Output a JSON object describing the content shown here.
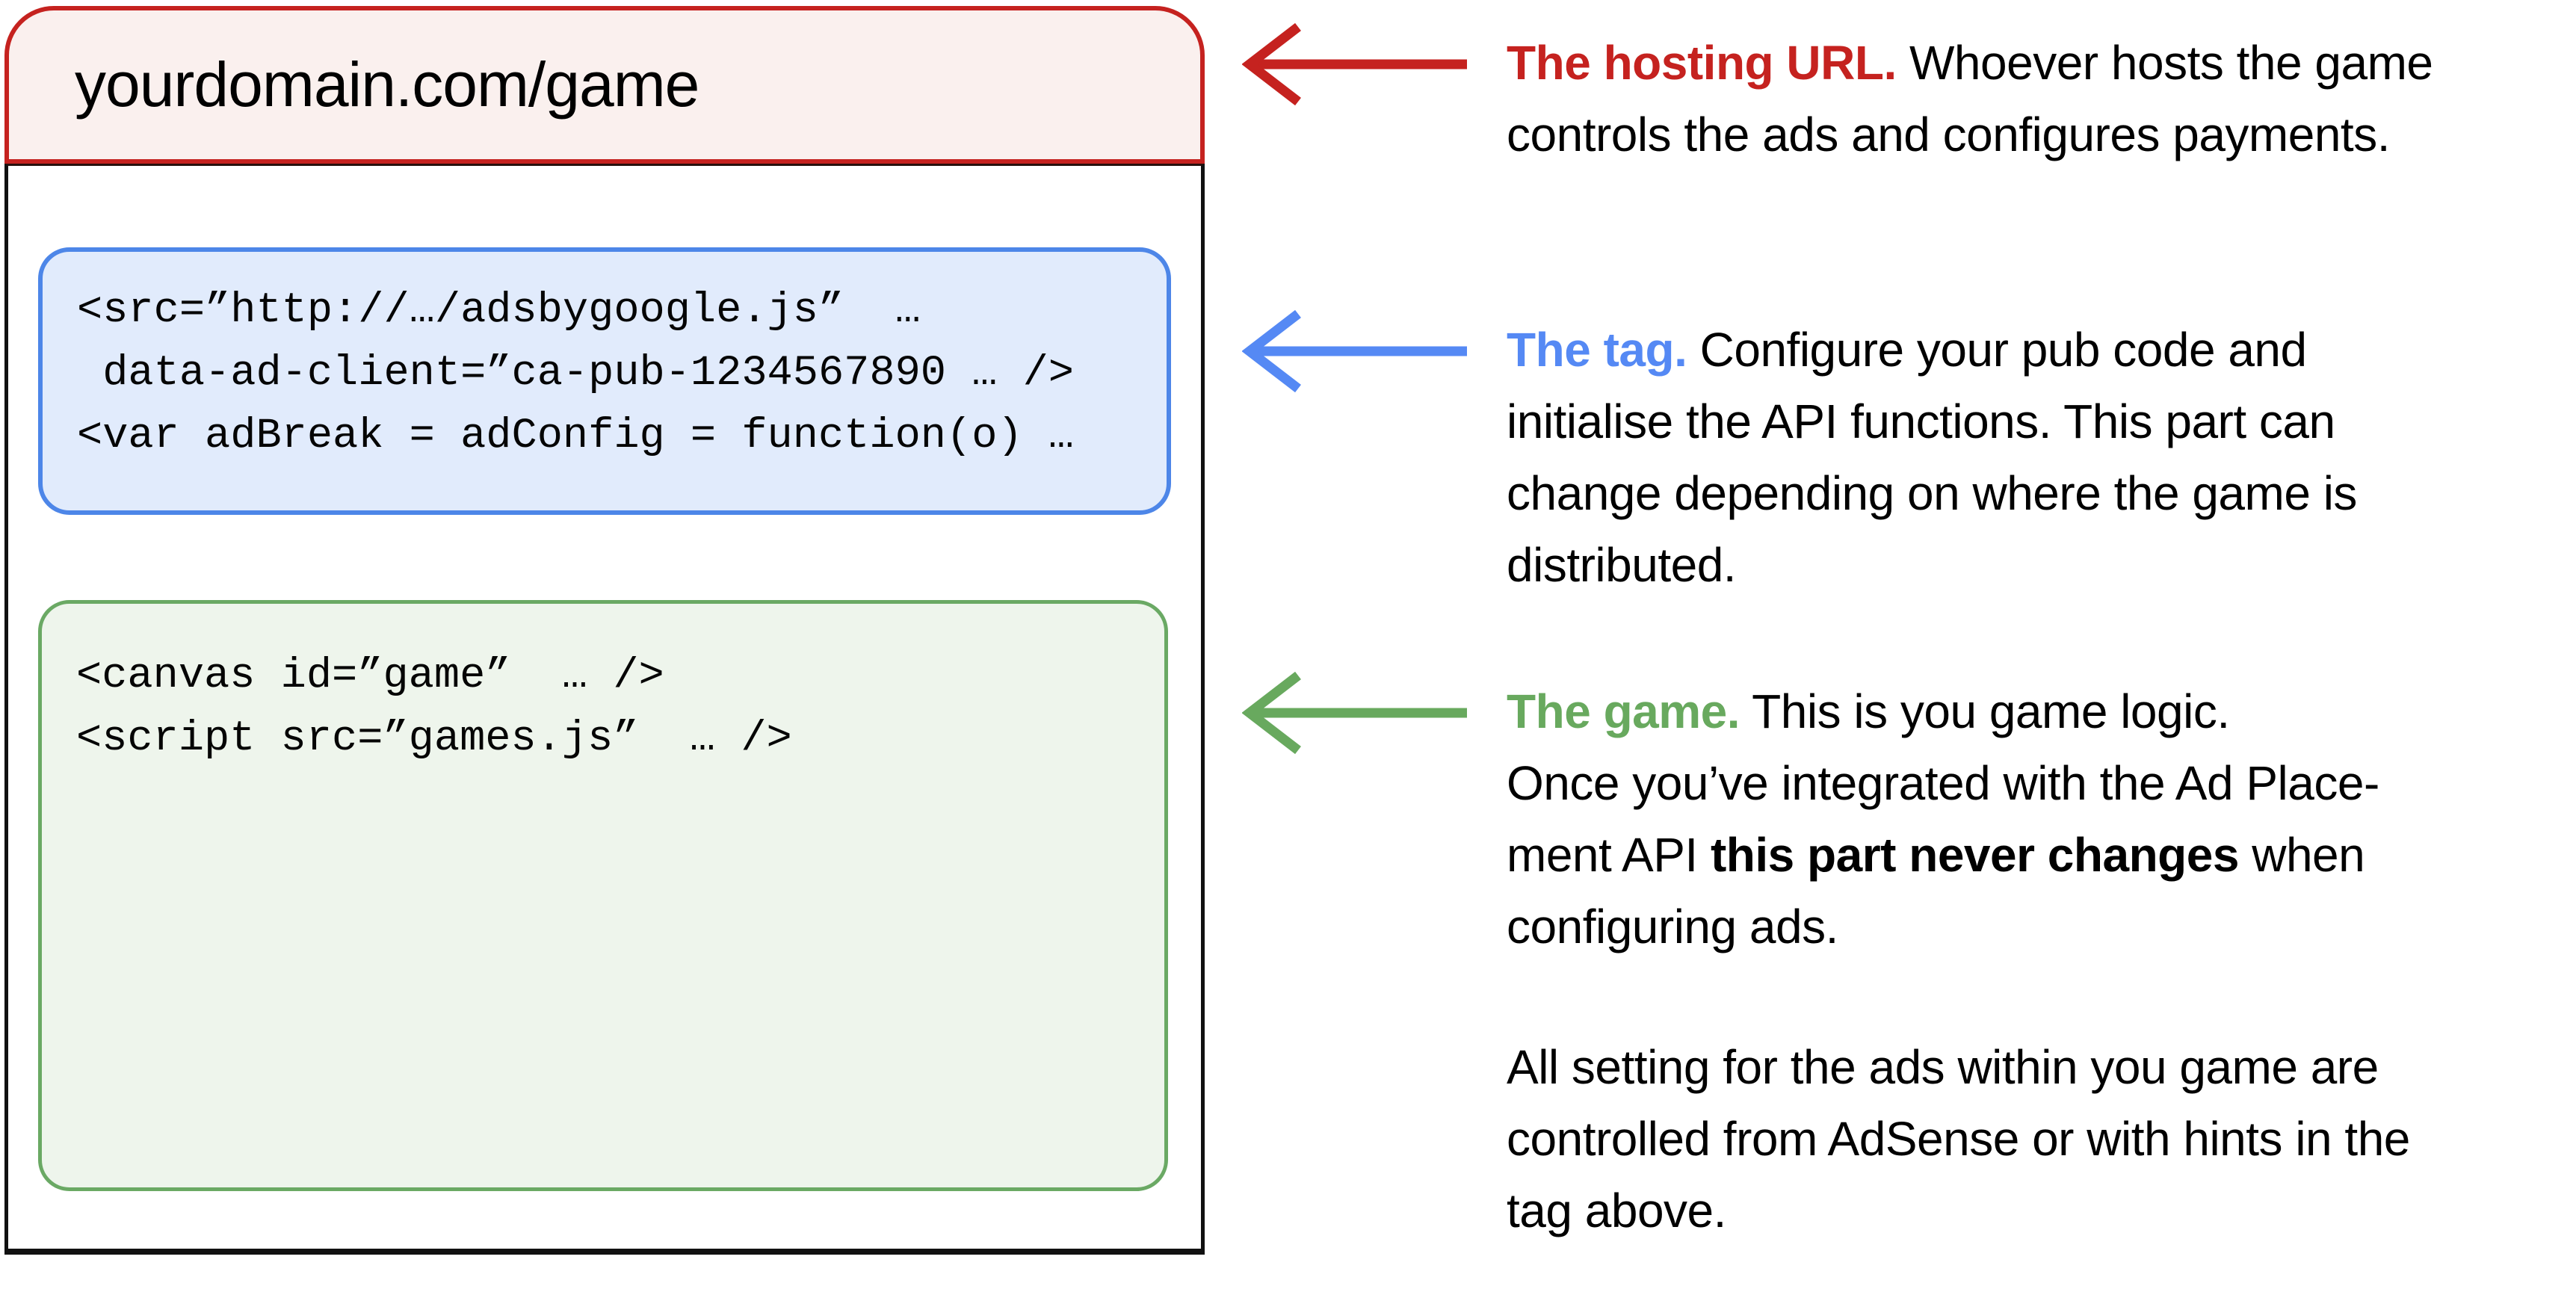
{
  "panel": {
    "url": "yourdomain.com/game",
    "tag_code": "<src=”http://…/adsbygoogle.js”  …\n data-ad-client=”ca-pub-1234567890 … />\n<var adBreak = adConfig = function(o) …",
    "game_code": "<canvas id=”game”  … />\n<script src=”games.js”  … />"
  },
  "annotations": {
    "hosting": {
      "heading": "The hosting URL.",
      "body": " Whoever hosts the game\ncontrols the ads and configures payments."
    },
    "tag": {
      "heading": "The tag.",
      "body": " Configure your pub code and\ninitialise the API functions. This part can\nchange depending on where the game is\ndistributed."
    },
    "game": {
      "heading": "The game.",
      "body_1": " This is you game logic.\nOnce you’ve integrated with the Ad Place-\nment API ",
      "bold": "this part never changes",
      "body_2": " when\nconfiguring ads."
    },
    "settings": {
      "body": "All setting for the ads within you game are\ncontrolled from AdSense or with hints in the\ntag above."
    }
  },
  "icons": {
    "red_arrow": "left-arrow-icon",
    "blue_arrow": "left-arrow-icon",
    "green_arrow": "left-arrow-icon"
  },
  "colors": {
    "red": "#c5221f",
    "red_fill": "#faf0ee",
    "blue": "#5589f4",
    "blue_border": "#4d86e8",
    "blue_fill": "#e1ebfc",
    "green": "#68a95e",
    "green_border": "#6aa964",
    "green_fill": "#eef5ec",
    "panel_border": "#111111",
    "text": "#000000"
  }
}
